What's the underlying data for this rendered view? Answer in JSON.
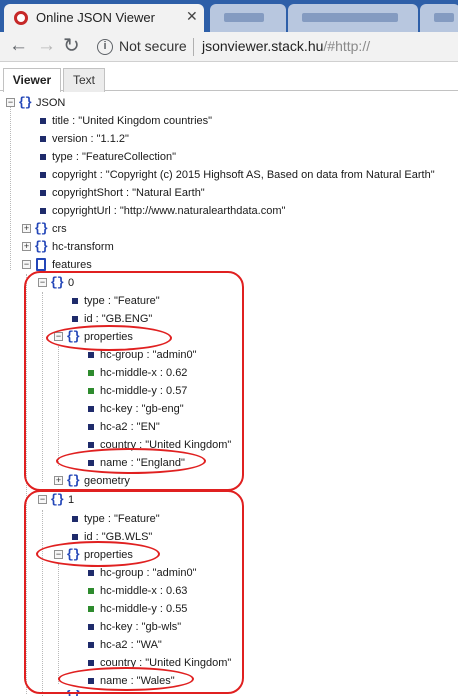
{
  "browser": {
    "tab_title": "Online JSON Viewer",
    "close_glyph": "✕",
    "security_label": "Not secure",
    "url_host": "jsonviewer.stack.hu",
    "url_path": "/#http://"
  },
  "viewer_tabs": [
    "Viewer",
    "Text"
  ],
  "tree": {
    "root": "JSON",
    "title": "title : \"United Kingdom countries\"",
    "version": "version : \"1.1.2\"",
    "type": "type : \"FeatureCollection\"",
    "copyright": "copyright : \"Copyright (c) 2015 Highsoft AS, Based on data from Natural Earth\"",
    "copyright_short": "copyrightShort : \"Natural Earth\"",
    "copyright_url": "copyrightUrl : \"http://www.naturalearthdata.com\"",
    "crs": "crs",
    "hc_transform": "hc-transform",
    "features": "features",
    "features_items": [
      {
        "index": "0",
        "type": "type : \"Feature\"",
        "id": "id : \"GB.ENG\"",
        "properties_label": "properties",
        "properties": {
          "hc_group": "hc-group : \"admin0\"",
          "hc_middle_x": "hc-middle-x : 0.62",
          "hc_middle_y": "hc-middle-y : 0.57",
          "hc_key": "hc-key : \"gb-eng\"",
          "hc_a2": "hc-a2 : \"EN\"",
          "country": "country : \"United Kingdom\"",
          "name": "name : \"England\""
        },
        "geometry": "geometry"
      },
      {
        "index": "1",
        "type": "type : \"Feature\"",
        "id": "id : \"GB.WLS\"",
        "properties_label": "properties",
        "properties": {
          "hc_group": "hc-group : \"admin0\"",
          "hc_middle_x": "hc-middle-x : 0.63",
          "hc_middle_y": "hc-middle-y : 0.55",
          "hc_key": "hc-key : \"gb-wls\"",
          "hc_a2": "hc-a2 : \"WA\"",
          "country": "country : \"United Kingdom\"",
          "name": "name : \"Wales\""
        }
      }
    ]
  },
  "icons": {
    "expanded": "−",
    "collapsed": "+",
    "object_brace": "{}",
    "info": "i",
    "back": "←",
    "forward": "→",
    "reload": "↻"
  },
  "colors": {
    "annotation": "#e02020",
    "brace": "#2346b8",
    "string_bullet": "#1f2b6b",
    "number_bullet": "#2e8b2e",
    "tabstrip": "#2e5fa8"
  }
}
